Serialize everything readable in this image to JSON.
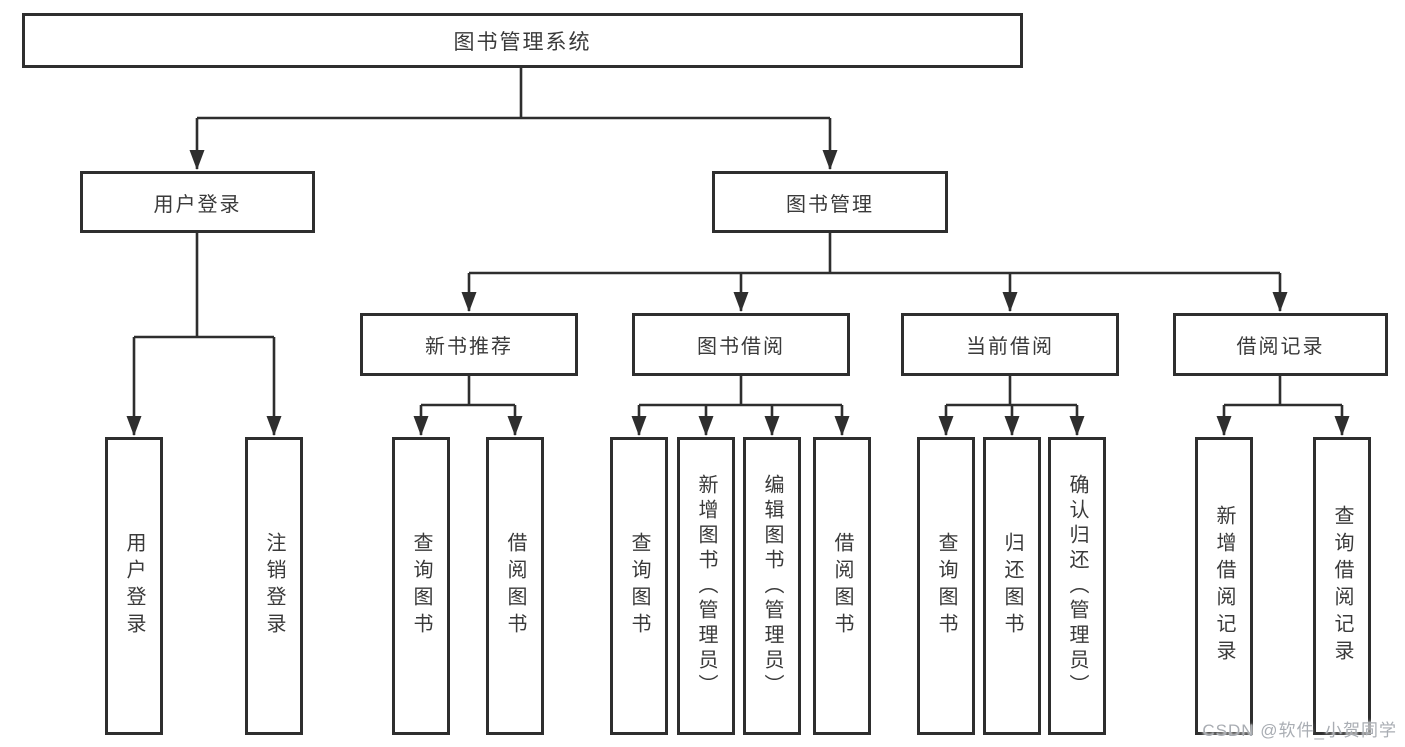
{
  "tree": {
    "label": "图书管理系统",
    "children": [
      {
        "label": "用户登录",
        "children": [
          {
            "label": "用户登录"
          },
          {
            "label": "注销登录"
          }
        ]
      },
      {
        "label": "图书管理",
        "children": [
          {
            "label": "新书推荐",
            "children": [
              {
                "label": "查询图书"
              },
              {
                "label": "借阅图书"
              }
            ]
          },
          {
            "label": "图书借阅",
            "children": [
              {
                "label": "查询图书"
              },
              {
                "label": "新增图书（管理员）"
              },
              {
                "label": "编辑图书（管理员）"
              },
              {
                "label": "借阅图书"
              }
            ]
          },
          {
            "label": "当前借阅",
            "children": [
              {
                "label": "查询图书"
              },
              {
                "label": "归还图书"
              },
              {
                "label": "确认归还（管理员）"
              }
            ]
          },
          {
            "label": "借阅记录",
            "children": [
              {
                "label": "新增借阅记录"
              },
              {
                "label": "查询借阅记录"
              }
            ]
          }
        ]
      }
    ]
  },
  "watermark": {
    "text": "CSDN @软件_小贺同学"
  },
  "colors": {
    "line": "#2e2e2e",
    "box_border": "#2e2e2e",
    "box_fill": "#ffffff",
    "text": "#3a3a3a",
    "watermark": "#a9adb3"
  }
}
